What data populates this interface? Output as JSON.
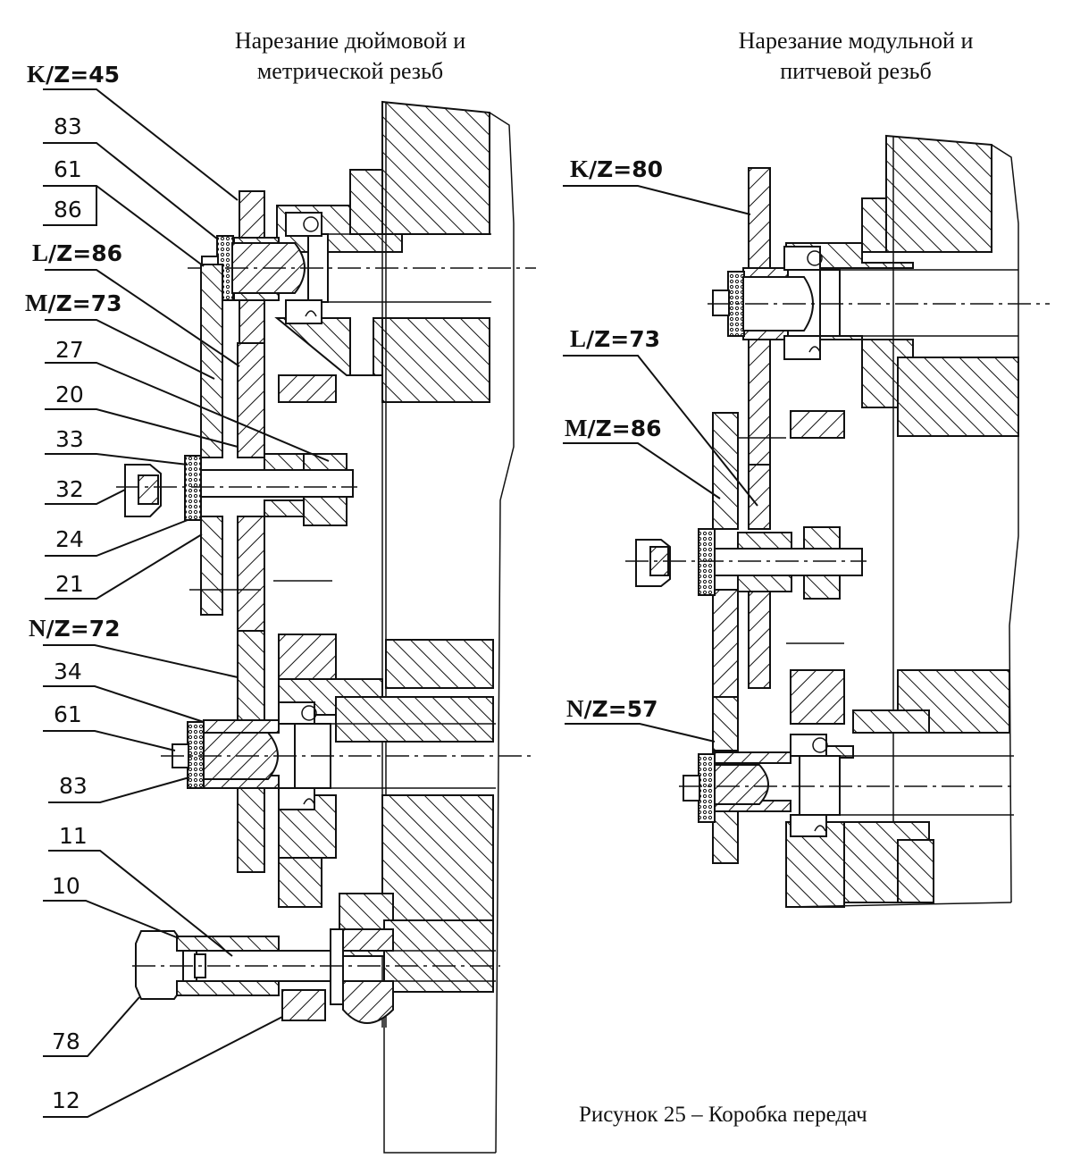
{
  "figure": {
    "caption": "Рисунок 25 – Коробка передач",
    "left_view": {
      "title_line1": "Нарезание дюймовой и",
      "title_line2": "метрической резьб",
      "gear_labels": [
        {
          "letter": "K",
          "text": "/Z=45"
        },
        {
          "letter": "L",
          "text": "/Z=86"
        },
        {
          "letter": "M",
          "text": "/Z=73"
        },
        {
          "letter": "N",
          "text": "/Z=72"
        }
      ],
      "part_labels": [
        "83",
        "61",
        "86",
        "27",
        "20",
        "33",
        "32",
        "24",
        "21",
        "34",
        "61",
        "83",
        "11",
        "10",
        "78",
        "12"
      ]
    },
    "right_view": {
      "title_line1": "Нарезание модульной и",
      "title_line2": "питчевой резьб",
      "gear_labels": [
        {
          "letter": "K",
          "text": "/Z=80"
        },
        {
          "letter": "L",
          "text": "/Z=73"
        },
        {
          "letter": "M",
          "text": "/Z=86"
        },
        {
          "letter": "N",
          "text": "/Z=57"
        }
      ]
    }
  }
}
